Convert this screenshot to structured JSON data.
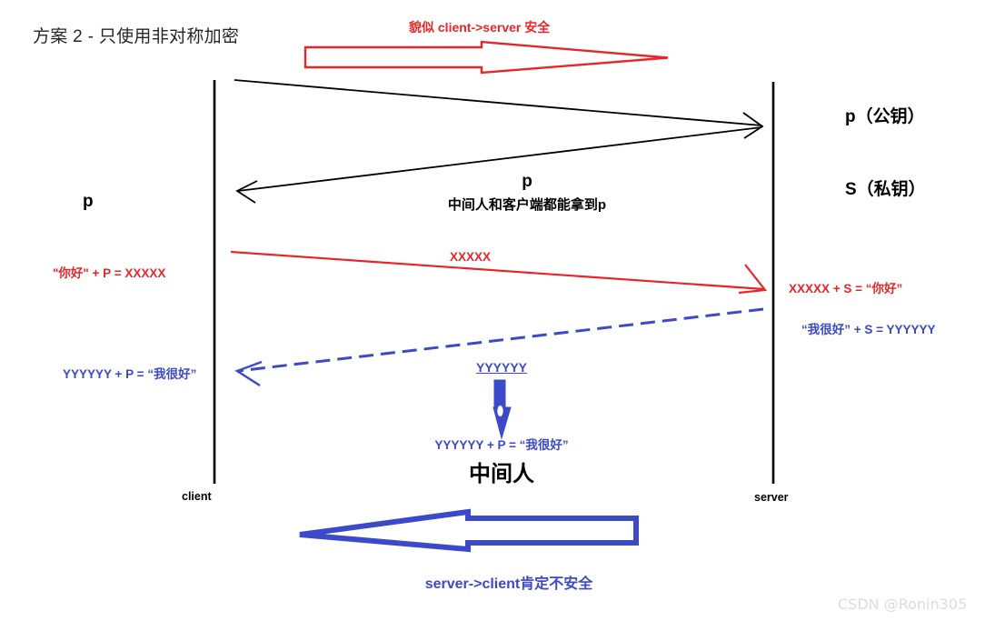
{
  "diagram": {
    "title": "方案 2 - 只使用非对称加密",
    "watermark": "CSDN @Ronin305",
    "colors": {
      "red": "#e8262a",
      "blue": "#3c49c8",
      "black": "#000000",
      "title": "#262626",
      "watermark": "#dcdcdc"
    }
  },
  "lifelines": {
    "client_label": "client",
    "server_label": "server"
  },
  "annotations": {
    "top_red_note": "貌似 client->server 安全",
    "bottom_blue_note": "server->client肯定不安全"
  },
  "server_side": {
    "public_key": "p（公钥）",
    "private_key": "S（私钥）"
  },
  "client_side": {
    "public_key": "p",
    "encrypt_note": "\"你好\" + P = XXXXX",
    "decrypt_note": "YYYYYY + P = “我很好”"
  },
  "center": {
    "key_label": "p",
    "key_note": "中间人和客户端都能拿到p",
    "cipher_label": "XXXXX",
    "intercepted_cipher": "YYYYYY",
    "mitm_decrypt": "YYYYYY + P = “我很好”",
    "mitm_label": "中间人"
  },
  "server_notes": {
    "decrypt_note": "XXXXX + S = “你好”",
    "encrypt_note": "“我很好” + S = YYYYYY"
  }
}
